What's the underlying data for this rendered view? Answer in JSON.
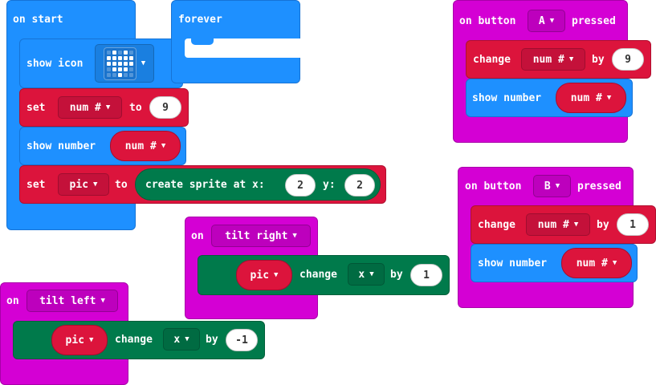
{
  "colors": {
    "basic": "#1e90ff",
    "variables": "#dc143c",
    "game": "#007a4b",
    "input": "#d400d4"
  },
  "on_start": {
    "label": "on start",
    "show_icon_label": "show icon",
    "icon": "heart-icon",
    "set1_label": "set",
    "set1_var": "num #",
    "set1_to": "to",
    "set1_value": "9",
    "show_number_label": "show number",
    "show_number_var": "num #",
    "set2_label": "set",
    "set2_var": "pic",
    "set2_to": "to",
    "create_sprite_label": "create sprite at x:",
    "sprite_x": "2",
    "sprite_y_label": "y:",
    "sprite_y": "2"
  },
  "forever": {
    "label": "forever"
  },
  "button_a": {
    "on_label": "on button",
    "button": "A",
    "pressed_label": "pressed",
    "change_label": "change",
    "change_var": "num #",
    "by_label": "by",
    "by_value": "9",
    "show_number_label": "show number",
    "show_number_var": "num #"
  },
  "button_b": {
    "on_label": "on button",
    "button": "B",
    "pressed_label": "pressed",
    "change_label": "change",
    "change_var": "num #",
    "by_label": "by",
    "by_value": "1",
    "show_number_label": "show number",
    "show_number_var": "num #"
  },
  "tilt_right": {
    "on_label": "on",
    "gesture": "tilt right",
    "sprite_var": "pic",
    "change_label": "change",
    "property": "x",
    "by_label": "by",
    "by_value": "1"
  },
  "tilt_left": {
    "on_label": "on",
    "gesture": "tilt left",
    "sprite_var": "pic",
    "change_label": "change",
    "property": "x",
    "by_label": "by",
    "by_value": "-1"
  }
}
